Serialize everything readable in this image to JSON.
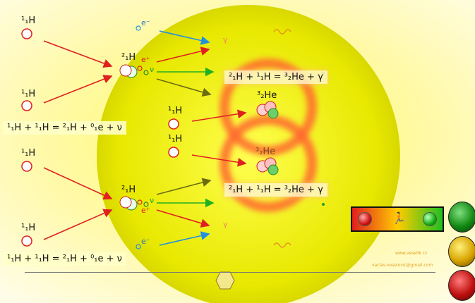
{
  "equations": {
    "pp_top": "¹₁H + ¹₁H = ²₁H + ⁰₁e + ν",
    "pp_bottom": "¹₁H + ¹₁H = ²₁H + ⁰₁e + ν",
    "he3_top": "²₁H + ¹₁H = ³₂He + γ",
    "he3_bottom": "²₁H + ¹₁H = ³₂He + γ"
  },
  "particles": {
    "proton": "¹₁H",
    "deuterium": "²₁H",
    "helium3": "³₂He",
    "electron": "e⁻",
    "positron": "e⁺",
    "neutrino": "ν",
    "gamma": "γ"
  },
  "watermark": {
    "line1": "www.veselik.cz",
    "line2": "vaclav.veselovic@gmail.com"
  },
  "controls": {
    "status_icon": "running-person-icon",
    "left_lamp_color": "#d01010",
    "right_lamp_color": "#10b010"
  },
  "colors": {
    "sun_core": "#ffff40",
    "arrow_red": "#e02020",
    "arrow_green": "#20b020",
    "arrow_blue": "#2090e0",
    "arrow_olive": "#6b6b10",
    "glow_orange": "#ff7040"
  }
}
